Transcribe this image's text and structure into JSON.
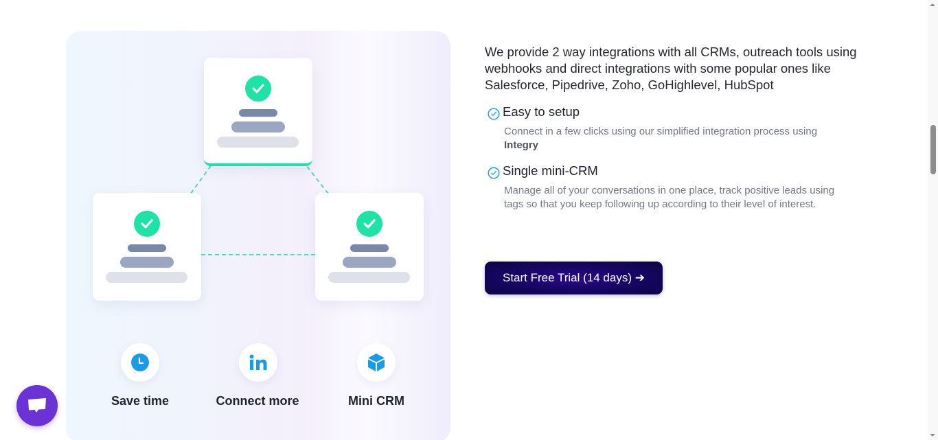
{
  "illustration": {
    "nodes": [
      {
        "id": "top",
        "status": "check"
      },
      {
        "id": "left",
        "status": "check"
      },
      {
        "id": "right",
        "status": "check"
      }
    ],
    "features": [
      {
        "icon": "clock-icon",
        "label": "Save time"
      },
      {
        "icon": "linkedin-icon",
        "label": "Connect more"
      },
      {
        "icon": "cube-icon",
        "label": "Mini CRM"
      }
    ]
  },
  "content": {
    "intro": "We provide 2 way integrations with all CRMs, outreach tools using webhooks and direct integrations with some popular ones like Salesforce, Pipedrive, Zoho, GoHighlevel, HubSpot",
    "features": [
      {
        "title": "Easy to setup",
        "description_prefix": "Connect in a few clicks using our simplified integration process using ",
        "description_highlight": "Integry"
      },
      {
        "title": "Single mini-CRM",
        "description": "Manage all of your conversations in one place, track positive leads using tags so that you keep following up according to their level of interest."
      }
    ],
    "cta_label": "Start Free Trial (14 days) ➔"
  },
  "colors": {
    "accent_green": "#1ee3a7",
    "icon_blue": "#1a9be6",
    "cta_navy": "#180667",
    "chat_purple": "#6b32d6"
  }
}
